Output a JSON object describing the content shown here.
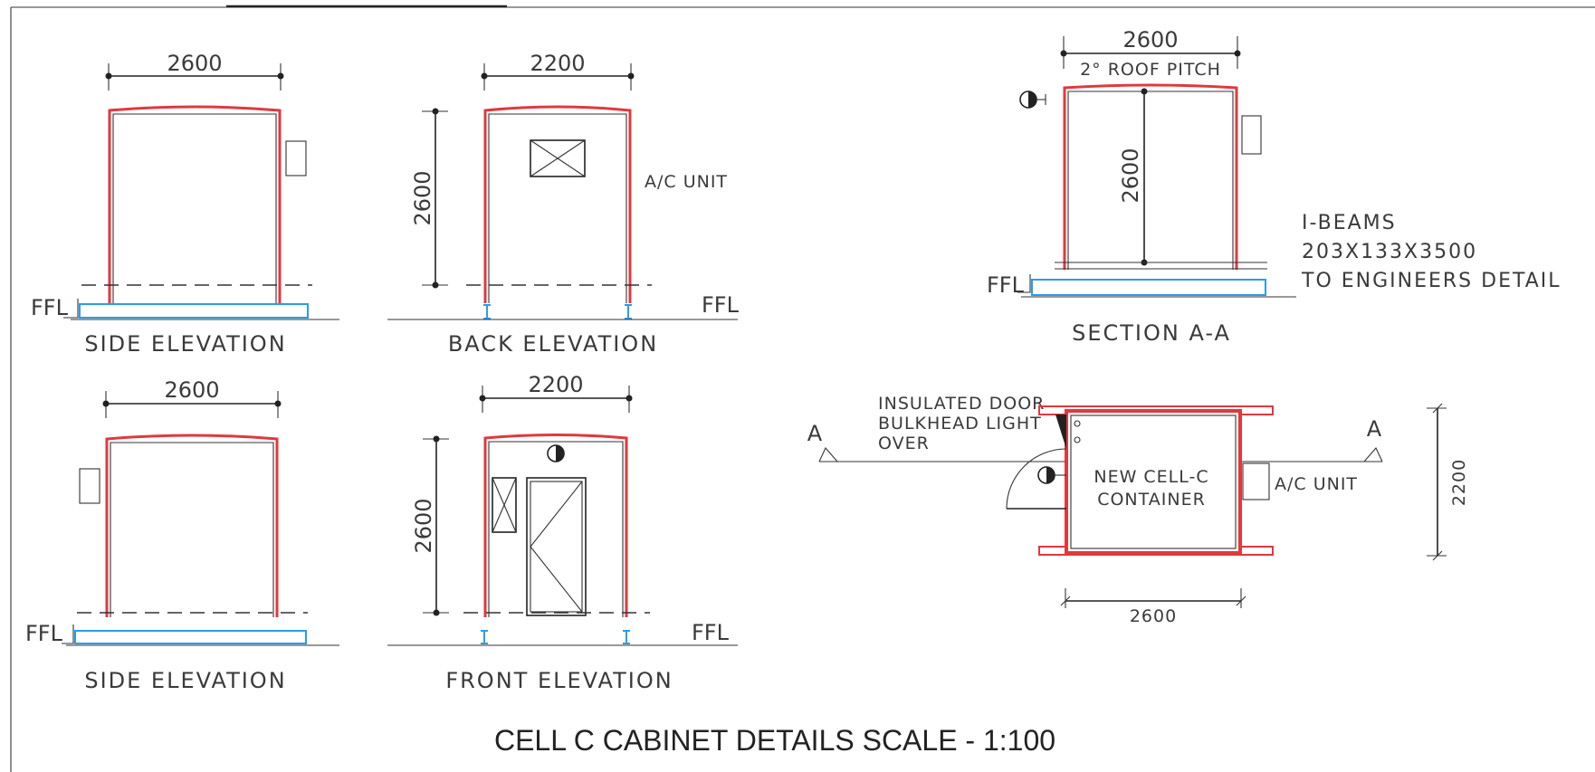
{
  "title": "CELL C CABINET DETAILS SCALE - 1:100",
  "colors": {
    "structure": "#e0393e",
    "foundation": "#2b9de8",
    "ink": "#222222"
  },
  "views": {
    "side_top": {
      "label": "SIDE ELEVATION",
      "width_dim": "2600",
      "ffl": "FFL"
    },
    "back": {
      "label": "BACK ELEVATION",
      "width_dim": "2200",
      "height_dim": "2600",
      "ffl": "FFL",
      "unit_label": "A/C UNIT"
    },
    "side_bottom": {
      "label": "SIDE ELEVATION",
      "width_dim": "2600",
      "ffl": "FFL"
    },
    "front": {
      "label": "FRONT ELEVATION",
      "width_dim": "2200",
      "height_dim": "2600",
      "ffl": "FFL"
    },
    "section": {
      "label": "SECTION A-A",
      "width_dim": "2600",
      "roof_pitch": "2° ROOF PITCH",
      "height_dim": "2600",
      "ffl": "FFL",
      "beam_note": [
        "I-BEAMS",
        "203X133X3500",
        "TO ENGINEERS DETAIL"
      ]
    },
    "plan": {
      "door_note": [
        "INSULATED DOOR",
        "BULKHEAD LIGHT",
        "OVER"
      ],
      "container_label": [
        "NEW CELL-C",
        "CONTAINER"
      ],
      "unit_label": "A/C UNIT",
      "width_dim": "2600",
      "height_dim": "2200",
      "section_marker_left": "A",
      "section_marker_right": "A"
    }
  }
}
